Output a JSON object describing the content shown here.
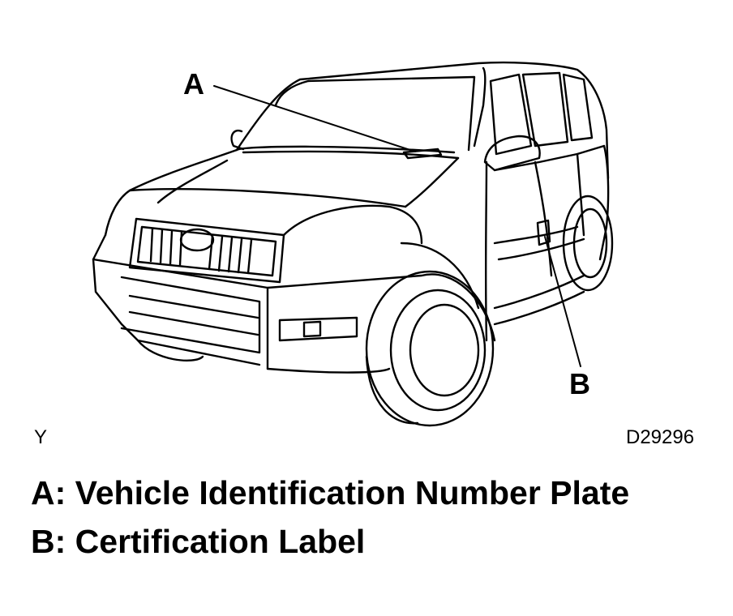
{
  "callouts": {
    "a": "A",
    "b": "B"
  },
  "side_code": "Y",
  "figure_id": "D29296",
  "legend": {
    "a": "A: Vehicle Identification Number Plate",
    "b": "B: Certification Label"
  }
}
